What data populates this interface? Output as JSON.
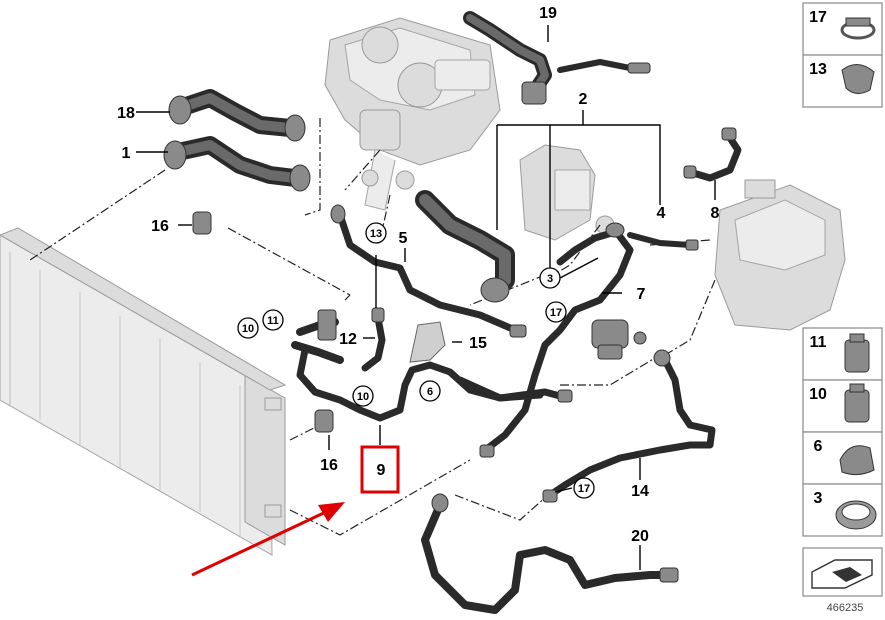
{
  "diagram": {
    "reference_number": "466235",
    "callouts": [
      "1",
      "2",
      "3",
      "4",
      "5",
      "6",
      "7",
      "8",
      "9",
      "10",
      "11",
      "12",
      "13",
      "14",
      "15",
      "16",
      "17",
      "18",
      "19",
      "20"
    ],
    "circled_callouts": [
      "3",
      "6",
      "10",
      "11",
      "13",
      "17"
    ],
    "highlighted_callout": "9",
    "legend_items": [
      "17",
      "13",
      "11",
      "10",
      "6",
      "3"
    ],
    "highlight_color": "#e00000"
  }
}
